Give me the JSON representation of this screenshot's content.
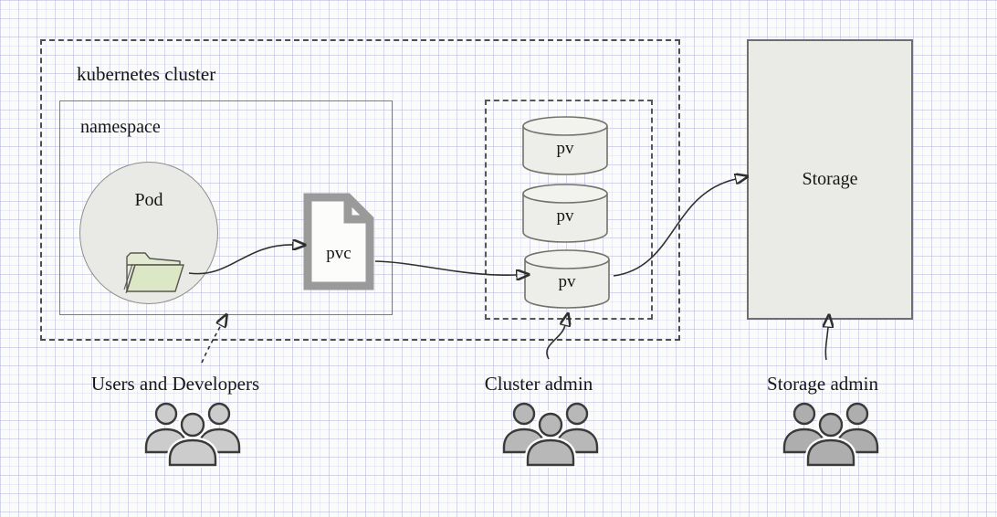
{
  "diagram": {
    "cluster": {
      "label": "kubernetes cluster"
    },
    "namespace": {
      "label": "namespace"
    },
    "pod": {
      "label": "Pod",
      "icon": "open-folder-icon",
      "fill": "#e9eae6",
      "folder_color": "#dbe7c5",
      "folder_back_color": "#e2ebd1"
    },
    "pvc": {
      "label": "pvc",
      "icon": "document-icon",
      "border_color": "#9a9a9a"
    },
    "pv_group": {
      "icon": "database-cylinder-icon",
      "fill": "#ededea",
      "top_fill": "#f2f2ef",
      "items": [
        {
          "label": "pv"
        },
        {
          "label": "pv"
        },
        {
          "label": "pv"
        }
      ]
    },
    "storage": {
      "label": "Storage",
      "fill": "#eaeae7"
    },
    "actors": [
      {
        "label": "Users and Developers",
        "icon": "users-group-icon",
        "icon_color": "#cccccc",
        "arrow": "dashed"
      },
      {
        "label": "Cluster admin",
        "icon": "users-group-icon",
        "icon_color": "#b8b8b8",
        "arrow": "solid"
      },
      {
        "label": "Storage admin",
        "icon": "users-group-icon",
        "icon_color": "#aeaeae",
        "arrow": "solid"
      }
    ],
    "colors": {
      "connector": "#2f2f2f",
      "dashed_border": "#4d4d4d",
      "solid_border": "#7d7d7d",
      "grid": "#c9cde8",
      "canvas": "#fbfbfa"
    }
  }
}
